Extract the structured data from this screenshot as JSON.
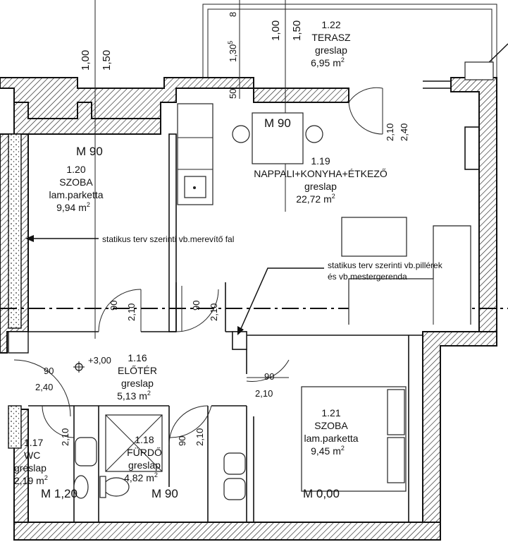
{
  "rooms": {
    "r120": {
      "num": "1.20",
      "name": "SZOBA",
      "floor": "lam.parketta",
      "area": "9,94 m",
      "sup": "2"
    },
    "r119": {
      "num": "1.19",
      "name": "NAPPALI+KONYHA+ÉTKEZŐ",
      "floor": "greslap",
      "area": "22,72 m",
      "sup": "2"
    },
    "r122": {
      "num": "1.22",
      "name": "TERASZ",
      "floor": "greslap",
      "area": "6,95 m",
      "sup": "2"
    },
    "r116": {
      "num": "1.16",
      "name": "ELŐTÉR",
      "floor": "greslap",
      "area": "5,13 m",
      "sup": "2"
    },
    "r121": {
      "num": "1.21",
      "name": "SZOBA",
      "floor": "lam.parketta",
      "area": "9,45 m",
      "sup": "2"
    },
    "r117": {
      "num": "1.17",
      "name": "WC",
      "floor": "greslap",
      "area": "2,19 m",
      "sup": "2"
    },
    "r118": {
      "num": "1.18",
      "name": "FÜRDŐ",
      "floor": "greslap",
      "area": "4,82 m",
      "sup": "2"
    }
  },
  "levels": {
    "m90_room120": "M 90",
    "m90_dining": "M 90",
    "m90_bath": "M 90",
    "m120_wc": "M 1,20",
    "m000_room121": "M 0,00",
    "plus300": "+3,00"
  },
  "annotations": {
    "wall_note": "statikus terv szerinti vb.merevítő fal",
    "pillar_note_1": "statikus terv szerinti vb.pillérek",
    "pillar_note_2": "és vb.mestergerenda"
  },
  "dimensions": {
    "d100_left": "1,00",
    "d150_left": "1,50",
    "d130": "1,30",
    "d130_sup": "5",
    "d8": "8",
    "d100_top": "1,00",
    "d150_top": "1,50",
    "d50": "50",
    "d210_terrace": "2,10",
    "d240_terrace": "2,40",
    "d90_room120": "90",
    "d210_room120": "2,10",
    "d90_hall": "90",
    "d210_hall": "2,10",
    "d90_entry": "90",
    "d240_entry": "2,40",
    "d90_room121": "90",
    "d210_room121": "2,10",
    "d210_wc": "2,10",
    "d90_bath": "90",
    "d210_bath": "2,10"
  }
}
